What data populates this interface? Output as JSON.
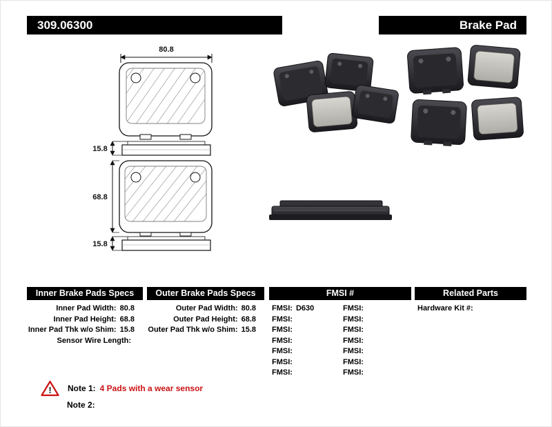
{
  "header": {
    "part_number": "309.06300",
    "product_type": "Brake Pad"
  },
  "diagram": {
    "pad_width": "80.8",
    "pad_thickness_top": "15.8",
    "pad_height": "68.8",
    "pad_thickness_bottom": "15.8"
  },
  "specs": {
    "inner": {
      "title": "Inner Brake Pads Specs",
      "rows": [
        {
          "label": "Inner Pad Width:",
          "value": "80.8"
        },
        {
          "label": "Inner Pad Height:",
          "value": "68.8"
        },
        {
          "label": "Inner Pad Thk w/o Shim:",
          "value": "15.8"
        },
        {
          "label": "Sensor Wire Length:",
          "value": ""
        }
      ]
    },
    "outer": {
      "title": "Outer Brake Pads Specs",
      "rows": [
        {
          "label": "Outer Pad Width:",
          "value": "80.8"
        },
        {
          "label": "Outer Pad Height:",
          "value": "68.8"
        },
        {
          "label": "Outer Pad Thk w/o Shim:",
          "value": "15.8"
        }
      ]
    },
    "fmsi": {
      "title": "FMSI #",
      "rows": [
        {
          "left_label": "FMSI:",
          "left_value": "D630",
          "right_label": "FMSI:",
          "right_value": ""
        },
        {
          "left_label": "FMSI:",
          "left_value": "",
          "right_label": "FMSI:",
          "right_value": ""
        },
        {
          "left_label": "FMSI:",
          "left_value": "",
          "right_label": "FMSI:",
          "right_value": ""
        },
        {
          "left_label": "FMSI:",
          "left_value": "",
          "right_label": "FMSI:",
          "right_value": ""
        },
        {
          "left_label": "FMSI:",
          "left_value": "",
          "right_label": "FMSI:",
          "right_value": ""
        },
        {
          "left_label": "FMSI:",
          "left_value": "",
          "right_label": "FMSI:",
          "right_value": ""
        },
        {
          "left_label": "FMSI:",
          "left_value": "",
          "right_label": "FMSI:",
          "right_value": ""
        }
      ]
    },
    "related": {
      "title": "Related Parts",
      "rows": [
        {
          "label": "Hardware Kit #:",
          "value": ""
        }
      ]
    }
  },
  "notes": {
    "note1_label": "Note 1:",
    "note1_text": "4 Pads with a wear sensor",
    "note2_label": "Note 2:"
  },
  "colors": {
    "header_bg": "#000000",
    "note_red": "#cc1111"
  }
}
